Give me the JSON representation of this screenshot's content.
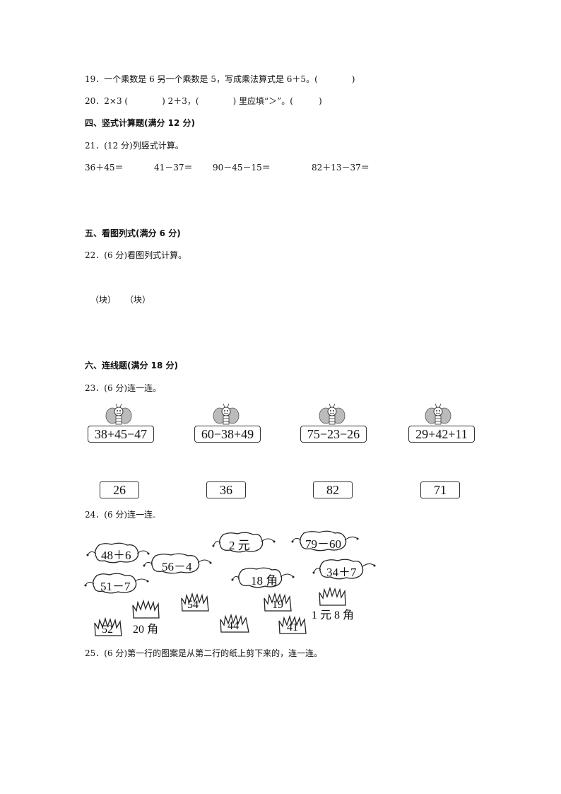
{
  "q19": "19．一个乘数是 6 另一个乘数是 5，写成乘法算式是 6＋5。(　　　　)",
  "q20": "20．2×3 (　　　　) 2＋3，(　　　　) 里应填“＞”。(　　　)",
  "section4": "四、竖式计算题(满分 12 分)",
  "q21": "21．(12 分)列竖式计算。",
  "q21_exprs": [
    "36＋45＝",
    "41－37＝",
    "90－45－15＝",
    "82＋13－37＝"
  ],
  "section5": "五、看图列式(满分 6 分)",
  "q22": "22．(6 分)看图列式计算。",
  "q22_units": [
    "（块）",
    "（块）"
  ],
  "section6": "六、连线题(满分 18 分)",
  "q23": "23．(6 分)连一连。",
  "q23_exprs": [
    "38+45−47",
    "60−38+49",
    "75−23−26",
    "29+42+11"
  ],
  "q23_answers": [
    "26",
    "36",
    "82",
    "71"
  ],
  "q24": "24．(6 分)连一连.",
  "q24_clouds": [
    "48＋6",
    "56－4",
    "51－7",
    "2 元",
    "18 角",
    "79－60",
    "34＋7"
  ],
  "q24_grass": [
    "54",
    "19",
    "52",
    "44",
    "41"
  ],
  "q24_free": [
    "20 角",
    "1 元 8 角"
  ],
  "q25": "25．(6 分)第一行的图案是从第二行的纸上剪下来的，连一连。"
}
